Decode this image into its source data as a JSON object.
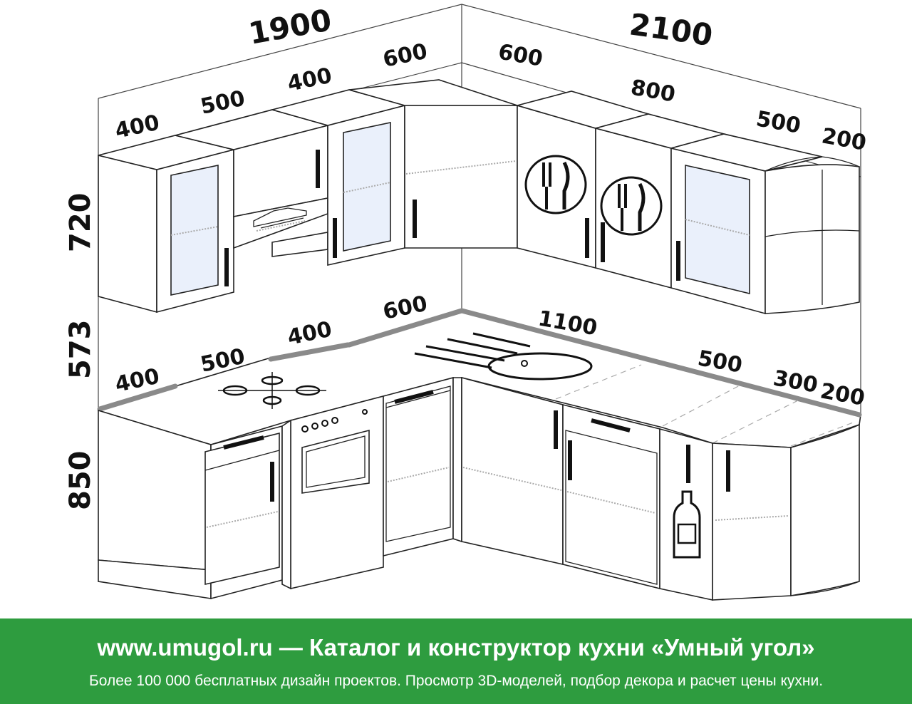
{
  "dimensions": {
    "total_left": "1900",
    "total_right": "2100",
    "top_row": [
      "400",
      "500",
      "400",
      "600",
      "600",
      "800",
      "500",
      "200"
    ],
    "bottom_row": [
      "400",
      "500",
      "400",
      "600",
      "1100",
      "500",
      "300",
      "200"
    ],
    "heights": [
      "720",
      "573",
      "850"
    ]
  },
  "banner": {
    "title": "www.umugol.ru  —  Каталог и конструктор кухни «Умный угол»",
    "subtitle": "Более 100 000 бесплатных дизайн проектов. Просмотр 3D-моделей, подбор декора и расчет цены кухни."
  },
  "colors": {
    "banner": "#2e9c3f",
    "glass": "#eaf0fb",
    "edge": "#8a8a8a"
  },
  "icons": [
    "range-hood-icon",
    "cutlery-plate-icon",
    "bottle-icon"
  ]
}
